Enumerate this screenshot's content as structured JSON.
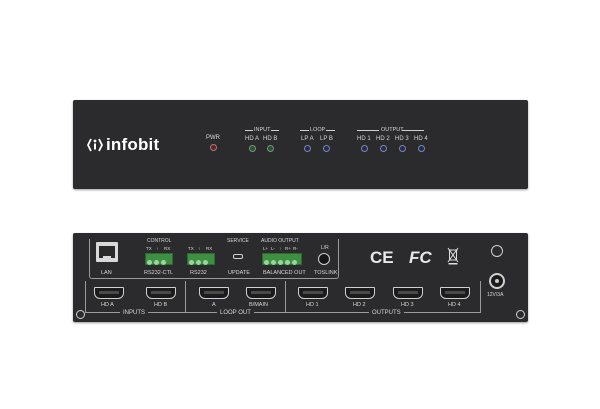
{
  "front_panel": {
    "brand": "infobit",
    "pwr": "PWR",
    "input_group": "INPUT",
    "input_labels": [
      "HD A",
      "HD B"
    ],
    "loop_group": "LOOP",
    "loop_labels": [
      "LP A",
      "LP B"
    ],
    "output_group": "OUTPUT",
    "output_labels": [
      "HD 1",
      "HD 2",
      "HD 3",
      "HD 4"
    ]
  },
  "rear_panel": {
    "lan": "LAN",
    "control_group": "CONTROL",
    "rs232_ctl_pins": [
      "TX",
      "↑",
      "RX"
    ],
    "rs232_ctl": "RS232-CTL",
    "rs232_pins": [
      "TX",
      "↑",
      "RX"
    ],
    "rs232": "RS232",
    "service_group": "SERVICE",
    "update": "UPDATE",
    "audio_group": "AUDIO OUTPUT",
    "audio_pins": [
      "L+",
      "L-",
      "↑",
      "R+",
      "R-"
    ],
    "balanced_out": "BALANCED OUT",
    "lr": "L/R",
    "toslink": "TOSLINK",
    "certifications": [
      "CE",
      "FC"
    ],
    "inputs_ports": [
      "HD A",
      "HD B"
    ],
    "loop_ports": [
      "A",
      "B/MAIN"
    ],
    "output_ports": [
      "HD 1",
      "HD 2",
      "HD 3",
      "HD 4"
    ],
    "inputs_label": "INPUTS",
    "loop_out_label": "LOOP OUT",
    "outputs_label": "OUTPUTS",
    "power": "12V/3A"
  },
  "colors": {
    "panel": "#2b2b2d",
    "led_red": "#7a1820",
    "led_green": "#1d5a25",
    "led_blue": "#1a2a6a",
    "terminal_green": "#3f8f42"
  }
}
